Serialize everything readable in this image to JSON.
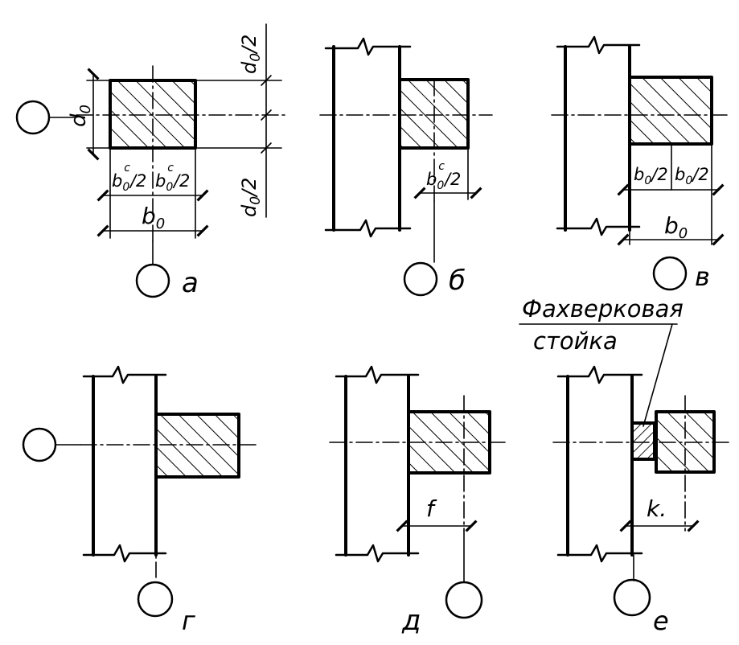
{
  "colors": {
    "ink": "#000000",
    "paper": "#ffffff"
  },
  "labels": {
    "a": "а",
    "b": "б",
    "v": "в",
    "g": "г",
    "d": "д",
    "e": "е"
  },
  "dims": {
    "d0": "d",
    "d0_sub": "0",
    "d0_half": "d",
    "d0_half_sub": "0",
    "d0_half_tail": "/2",
    "b0": "b",
    "b0_sub": "0",
    "b0c": "b",
    "b0c_sub": "0",
    "b0c_sup": "c",
    "b0c_tail": "/2",
    "b0_half": "b",
    "b0_half_sub": "0",
    "b0_half_tail": "/2",
    "f": "f",
    "k": "k."
  },
  "annotation": {
    "line1": "Фахверковая",
    "line2": "стойка"
  }
}
